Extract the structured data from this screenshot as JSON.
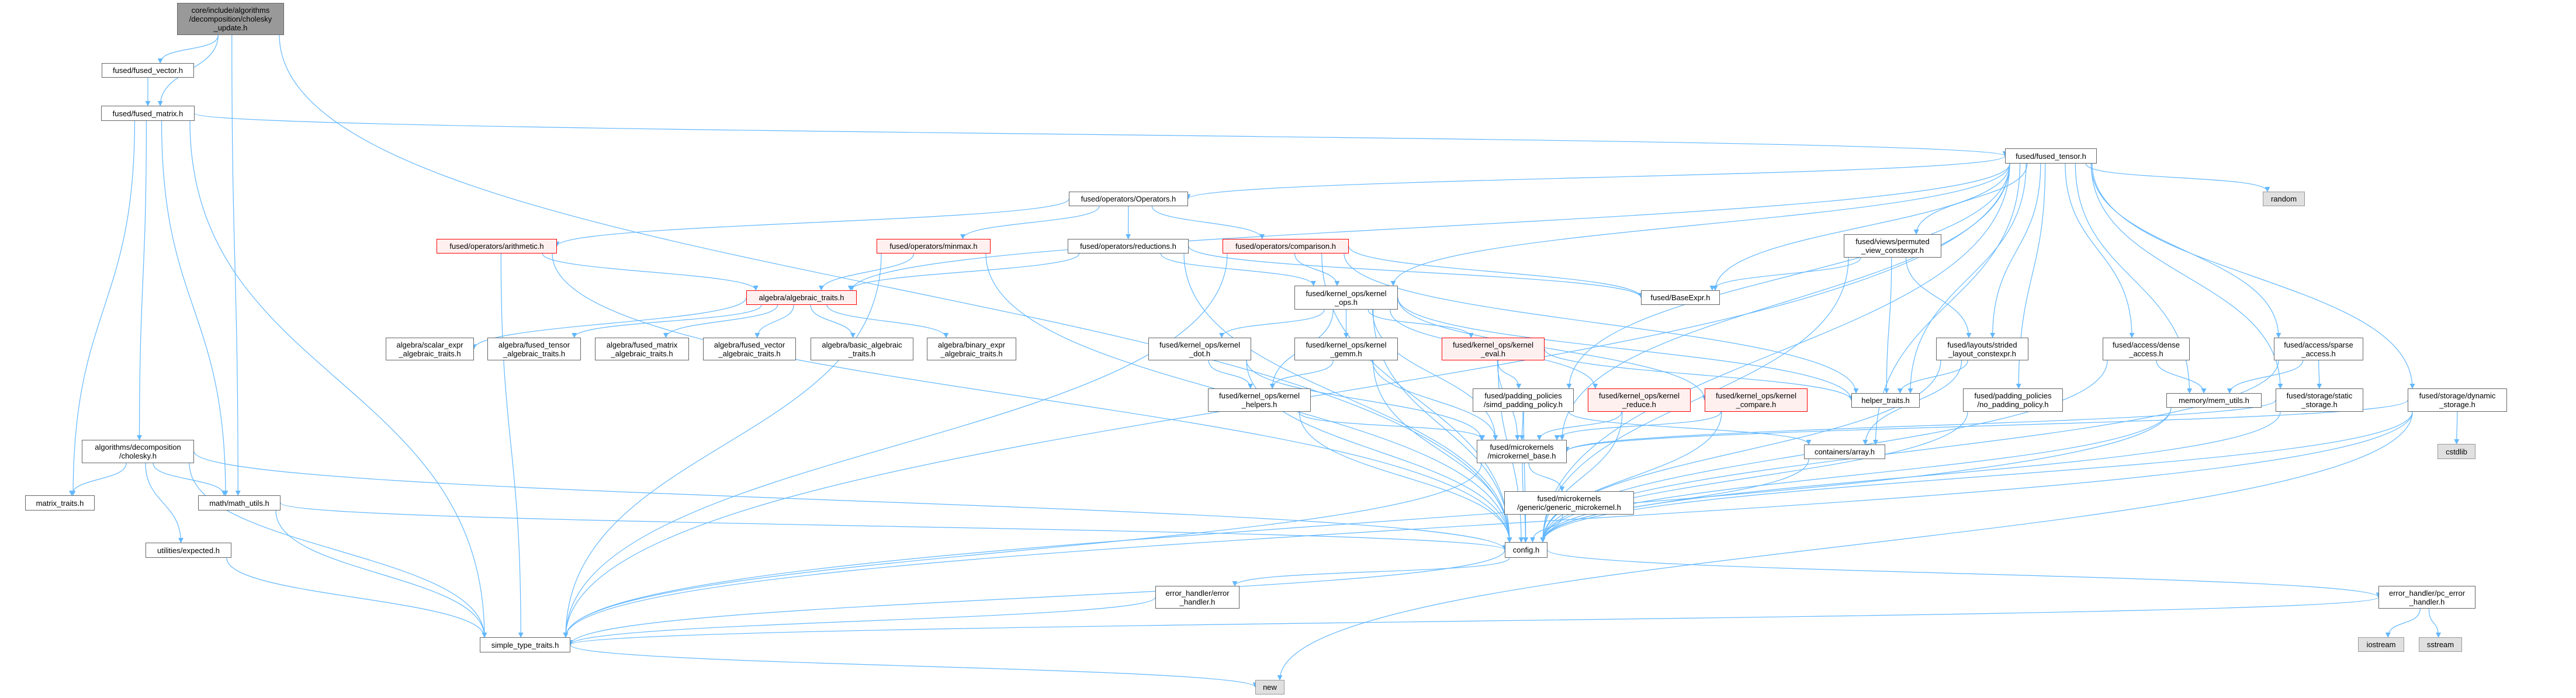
{
  "graph": {
    "type": "include-dependency-graph",
    "edge_color": "#63b8ff",
    "nodes": [
      {
        "id": "cholesky_update",
        "label": "core/include/algorithms\n/decomposition/cholesky\n_update.h",
        "style": "root"
      },
      {
        "id": "fused_vector",
        "label": "fused/fused_vector.h",
        "style": "normal"
      },
      {
        "id": "fused_matrix",
        "label": "fused/fused_matrix.h",
        "style": "normal"
      },
      {
        "id": "fused_tensor",
        "label": "fused/fused_tensor.h",
        "style": "normal"
      },
      {
        "id": "operators",
        "label": "fused/operators/Operators.h",
        "style": "normal"
      },
      {
        "id": "random",
        "label": "random",
        "style": "gray"
      },
      {
        "id": "arithmetic",
        "label": "fused/operators/arithmetic.h",
        "style": "red"
      },
      {
        "id": "minmax",
        "label": "fused/operators/minmax.h",
        "style": "red"
      },
      {
        "id": "reductions",
        "label": "fused/operators/reductions.h",
        "style": "normal"
      },
      {
        "id": "comparison",
        "label": "fused/operators/comparison.h",
        "style": "red"
      },
      {
        "id": "permuted_view",
        "label": "fused/views/permuted\n_view_constexpr.h",
        "style": "normal"
      },
      {
        "id": "algebraic_traits",
        "label": "algebra/algebraic_traits.h",
        "style": "red"
      },
      {
        "id": "kernel_ops",
        "label": "fused/kernel_ops/kernel\n_ops.h",
        "style": "normal"
      },
      {
        "id": "baseexpr",
        "label": "fused/BaseExpr.h",
        "style": "normal"
      },
      {
        "id": "scalar_expr",
        "label": "algebra/scalar_expr\n_algebraic_traits.h",
        "style": "normal"
      },
      {
        "id": "alg_fused_tensor",
        "label": "algebra/fused_tensor\n_algebraic_traits.h",
        "style": "normal"
      },
      {
        "id": "alg_fused_matrix",
        "label": "algebra/fused_matrix\n_algebraic_traits.h",
        "style": "normal"
      },
      {
        "id": "alg_fused_vector",
        "label": "algebra/fused_vector\n_algebraic_traits.h",
        "style": "normal"
      },
      {
        "id": "basic_algebraic",
        "label": "algebra/basic_algebraic\n_traits.h",
        "style": "normal"
      },
      {
        "id": "binary_expr",
        "label": "algebra/binary_expr\n_algebraic_traits.h",
        "style": "normal"
      },
      {
        "id": "kernel_dot",
        "label": "fused/kernel_ops/kernel\n_dot.h",
        "style": "normal"
      },
      {
        "id": "kernel_gemm",
        "label": "fused/kernel_ops/kernel\n_gemm.h",
        "style": "normal"
      },
      {
        "id": "kernel_eval",
        "label": "fused/kernel_ops/kernel\n_eval.h",
        "style": "red"
      },
      {
        "id": "layouts_strided",
        "label": "fused/layouts/strided\n_layout_constexpr.h",
        "style": "normal"
      },
      {
        "id": "access_dense",
        "label": "fused/access/dense\n_access.h",
        "style": "normal"
      },
      {
        "id": "access_sparse",
        "label": "fused/access/sparse\n_access.h",
        "style": "normal"
      },
      {
        "id": "dynamic_storage",
        "label": "fused/storage/dynamic\n_storage.h",
        "style": "normal"
      },
      {
        "id": "kernel_helpers",
        "label": "fused/kernel_ops/kernel\n_helpers.h",
        "style": "normal"
      },
      {
        "id": "simd_padding",
        "label": "fused/padding_policies\n/simd_padding_policy.h",
        "style": "normal"
      },
      {
        "id": "kernel_reduce",
        "label": "fused/kernel_ops/kernel\n_reduce.h",
        "style": "red"
      },
      {
        "id": "kernel_compare",
        "label": "fused/kernel_ops/kernel\n_compare.h",
        "style": "red"
      },
      {
        "id": "helper_traits",
        "label": "helper_traits.h",
        "style": "normal"
      },
      {
        "id": "no_padding",
        "label": "fused/padding_policies\n/no_padding_policy.h",
        "style": "normal"
      },
      {
        "id": "mem_utils",
        "label": "memory/mem_utils.h",
        "style": "normal"
      },
      {
        "id": "static_storage",
        "label": "fused/storage/static\n_storage.h",
        "style": "normal"
      },
      {
        "id": "alg_cholesky",
        "label": "algorithms/decomposition\n/cholesky.h",
        "style": "normal"
      },
      {
        "id": "microkernel_base",
        "label": "fused/microkernels\n/microkernel_base.h",
        "style": "normal"
      },
      {
        "id": "containers_array",
        "label": "containers/array.h",
        "style": "normal"
      },
      {
        "id": "cstdlib",
        "label": "cstdlib",
        "style": "gray"
      },
      {
        "id": "matrix_traits",
        "label": "matrix_traits.h",
        "style": "normal"
      },
      {
        "id": "math_utils",
        "label": "math/math_utils.h",
        "style": "normal"
      },
      {
        "id": "generic_microkernel",
        "label": "fused/microkernels\n/generic/generic_microkernel.h",
        "style": "normal"
      },
      {
        "id": "expected",
        "label": "utilities/expected.h",
        "style": "normal"
      },
      {
        "id": "config",
        "label": "config.h",
        "style": "normal"
      },
      {
        "id": "error_handler",
        "label": "error_handler/error\n_handler.h",
        "style": "normal"
      },
      {
        "id": "pc_error_handler",
        "label": "error_handler/pc_error\n_handler.h",
        "style": "normal"
      },
      {
        "id": "simple_type_traits",
        "label": "simple_type_traits.h",
        "style": "normal"
      },
      {
        "id": "iostream",
        "label": "iostream",
        "style": "gray"
      },
      {
        "id": "sstream",
        "label": "sstream",
        "style": "gray"
      },
      {
        "id": "new",
        "label": "new",
        "style": "gray"
      }
    ],
    "edges": [
      [
        "cholesky_update",
        "fused_vector"
      ],
      [
        "cholesky_update",
        "fused_matrix"
      ],
      [
        "cholesky_update",
        "math_utils"
      ],
      [
        "cholesky_update",
        "config"
      ],
      [
        "fused_vector",
        "fused_matrix"
      ],
      [
        "fused_matrix",
        "fused_tensor"
      ],
      [
        "fused_matrix",
        "simple_type_traits"
      ],
      [
        "fused_matrix",
        "matrix_traits"
      ],
      [
        "fused_matrix",
        "alg_cholesky"
      ],
      [
        "fused_matrix",
        "math_utils"
      ],
      [
        "alg_cholesky",
        "matrix_traits"
      ],
      [
        "alg_cholesky",
        "math_utils"
      ],
      [
        "alg_cholesky",
        "expected"
      ],
      [
        "alg_cholesky",
        "simple_type_traits"
      ],
      [
        "alg_cholesky",
        "config"
      ],
      [
        "math_utils",
        "simple_type_traits"
      ],
      [
        "math_utils",
        "config"
      ],
      [
        "expected",
        "simple_type_traits"
      ],
      [
        "fused_tensor",
        "operators"
      ],
      [
        "fused_tensor",
        "algebraic_traits"
      ],
      [
        "fused_tensor",
        "kernel_ops"
      ],
      [
        "fused_tensor",
        "baseexpr"
      ],
      [
        "fused_tensor",
        "permuted_view"
      ],
      [
        "fused_tensor",
        "layouts_strided"
      ],
      [
        "fused_tensor",
        "access_dense"
      ],
      [
        "fused_tensor",
        "access_sparse"
      ],
      [
        "fused_tensor",
        "dynamic_storage"
      ],
      [
        "fused_tensor",
        "static_storage"
      ],
      [
        "fused_tensor",
        "mem_utils"
      ],
      [
        "fused_tensor",
        "helper_traits"
      ],
      [
        "fused_tensor",
        "simd_padding"
      ],
      [
        "fused_tensor",
        "microkernel_base"
      ],
      [
        "fused_tensor",
        "no_padding"
      ],
      [
        "fused_tensor",
        "random"
      ],
      [
        "fused_tensor",
        "config"
      ],
      [
        "fused_tensor",
        "simple_type_traits"
      ],
      [
        "fused_tensor",
        "containers_array"
      ],
      [
        "operators",
        "arithmetic"
      ],
      [
        "operators",
        "minmax"
      ],
      [
        "operators",
        "reductions"
      ],
      [
        "operators",
        "comparison"
      ],
      [
        "arithmetic",
        "algebraic_traits"
      ],
      [
        "arithmetic",
        "simple_type_traits"
      ],
      [
        "arithmetic",
        "config"
      ],
      [
        "minmax",
        "algebraic_traits"
      ],
      [
        "minmax",
        "simple_type_traits"
      ],
      [
        "minmax",
        "config"
      ],
      [
        "reductions",
        "algebraic_traits"
      ],
      [
        "reductions",
        "kernel_ops"
      ],
      [
        "reductions",
        "config"
      ],
      [
        "reductions",
        "baseexpr"
      ],
      [
        "comparison",
        "kernel_ops"
      ],
      [
        "comparison",
        "baseexpr"
      ],
      [
        "comparison",
        "config"
      ],
      [
        "comparison",
        "helper_traits"
      ],
      [
        "comparison",
        "simple_type_traits"
      ],
      [
        "algebraic_traits",
        "scalar_expr"
      ],
      [
        "algebraic_traits",
        "alg_fused_tensor"
      ],
      [
        "algebraic_traits",
        "alg_fused_matrix"
      ],
      [
        "algebraic_traits",
        "alg_fused_vector"
      ],
      [
        "algebraic_traits",
        "basic_algebraic"
      ],
      [
        "algebraic_traits",
        "binary_expr"
      ],
      [
        "kernel_ops",
        "kernel_dot"
      ],
      [
        "kernel_ops",
        "kernel_gemm"
      ],
      [
        "kernel_ops",
        "kernel_eval"
      ],
      [
        "kernel_ops",
        "kernel_helpers"
      ],
      [
        "kernel_ops",
        "kernel_reduce"
      ],
      [
        "kernel_ops",
        "kernel_compare"
      ],
      [
        "kernel_ops",
        "microkernel_base"
      ],
      [
        "kernel_ops",
        "config"
      ],
      [
        "kernel_ops",
        "helper_traits"
      ],
      [
        "kernel_dot",
        "kernel_helpers"
      ],
      [
        "kernel_dot",
        "microkernel_base"
      ],
      [
        "kernel_dot",
        "config"
      ],
      [
        "kernel_gemm",
        "kernel_helpers"
      ],
      [
        "kernel_gemm",
        "microkernel_base"
      ],
      [
        "kernel_gemm",
        "config"
      ],
      [
        "kernel_eval",
        "simd_padding"
      ],
      [
        "kernel_eval",
        "microkernel_base"
      ],
      [
        "kernel_eval",
        "config"
      ],
      [
        "kernel_eval",
        "helper_traits"
      ],
      [
        "kernel_helpers",
        "microkernel_base"
      ],
      [
        "kernel_helpers",
        "config"
      ],
      [
        "simd_padding",
        "microkernel_base"
      ],
      [
        "simd_padding",
        "config"
      ],
      [
        "simd_padding",
        "containers_array"
      ],
      [
        "kernel_reduce",
        "microkernel_base"
      ],
      [
        "kernel_reduce",
        "config"
      ],
      [
        "kernel_compare",
        "microkernel_base"
      ],
      [
        "kernel_compare",
        "config"
      ],
      [
        "microkernel_base",
        "generic_microkernel"
      ],
      [
        "microkernel_base",
        "config"
      ],
      [
        "microkernel_base",
        "simple_type_traits"
      ],
      [
        "generic_microkernel",
        "config"
      ],
      [
        "permuted_view",
        "baseexpr"
      ],
      [
        "permuted_view",
        "helper_traits"
      ],
      [
        "permuted_view",
        "layouts_strided"
      ],
      [
        "permuted_view",
        "config"
      ],
      [
        "layouts_strided",
        "helper_traits"
      ],
      [
        "layouts_strided",
        "containers_array"
      ],
      [
        "layouts_strided",
        "config"
      ],
      [
        "no_padding",
        "config"
      ],
      [
        "access_dense",
        "mem_utils"
      ],
      [
        "access_dense",
        "config"
      ],
      [
        "access_sparse",
        "mem_utils"
      ],
      [
        "access_sparse",
        "static_storage"
      ],
      [
        "access_sparse",
        "config"
      ],
      [
        "mem_utils",
        "config"
      ],
      [
        "mem_utils",
        "simple_type_traits"
      ],
      [
        "static_storage",
        "microkernel_base"
      ],
      [
        "static_storage",
        "config"
      ],
      [
        "dynamic_storage",
        "cstdlib"
      ],
      [
        "dynamic_storage",
        "microkernel_base"
      ],
      [
        "dynamic_storage",
        "config"
      ],
      [
        "dynamic_storage",
        "new"
      ],
      [
        "dynamic_storage",
        "simple_type_traits"
      ],
      [
        "containers_array",
        "config"
      ],
      [
        "config",
        "error_handler"
      ],
      [
        "config",
        "pc_error_handler"
      ],
      [
        "config",
        "simple_type_traits"
      ],
      [
        "error_handler",
        "simple_type_traits"
      ],
      [
        "pc_error_handler",
        "iostream"
      ],
      [
        "pc_error_handler",
        "sstream"
      ],
      [
        "pc_error_handler",
        "simple_type_traits"
      ],
      [
        "simple_type_traits",
        "new"
      ]
    ]
  }
}
